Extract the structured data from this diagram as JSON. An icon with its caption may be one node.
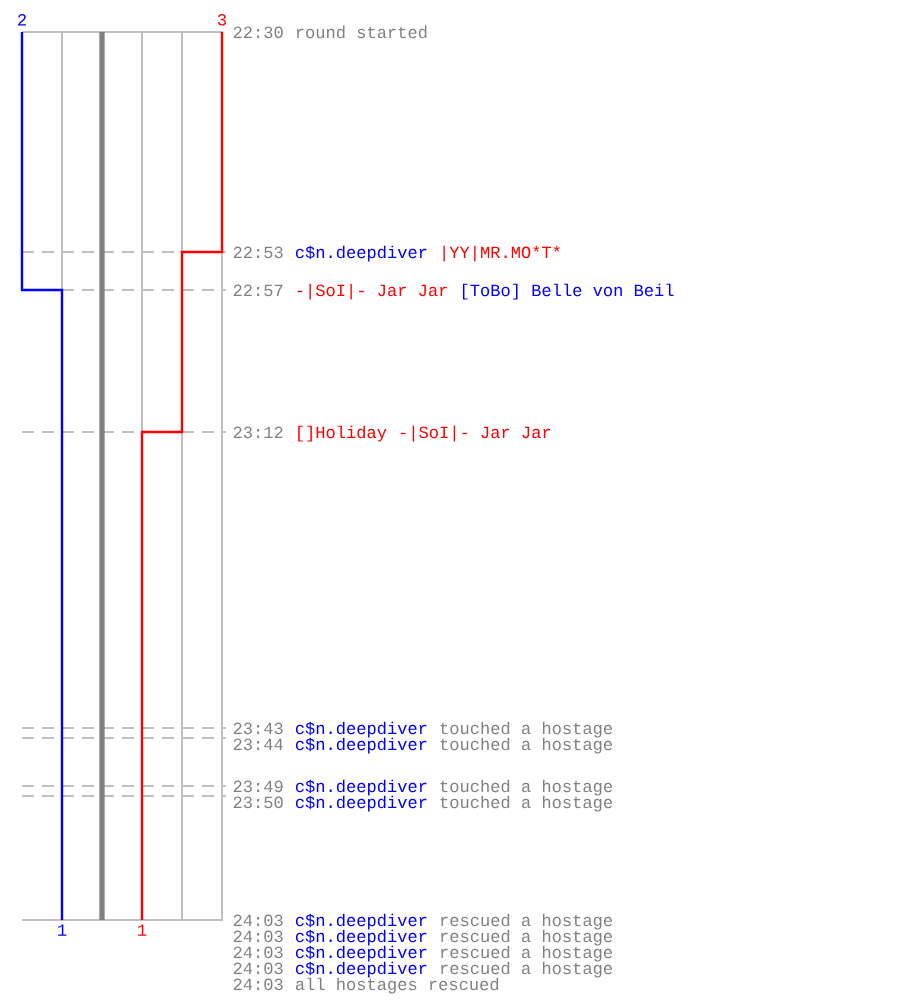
{
  "diagram": {
    "labels": [
      "2",
      "3",
      "22:30",
      "round started",
      "22:53",
      "c$n.deepdiver",
      "|YY|MR.MO*T*",
      "22:57",
      "-|SoI|- Jar Jar",
      "[ToBo] Belle von Beil",
      "23:12",
      "[]Holiday",
      "-|SoI|- Jar Jar",
      "23:43",
      "c$n.deepdiver",
      "touched a hostage",
      "23:44",
      "c$n.deepdiver",
      "touched a hostage",
      "23:49",
      "c$n.deepdiver",
      "touched a hostage",
      "23:50",
      "c$n.deepdiver",
      "touched a hostage",
      "24:03",
      "c$n.deepdiver",
      "rescued a hostage",
      "1",
      "1",
      "24:03",
      "c$n.deepdiver",
      "rescued a hostage",
      "24:03",
      "c$n.deepdiver",
      "rescued a hostage",
      "24:03",
      "c$n.deepdiver",
      "rescued a hostage",
      "24:03",
      "all hostages rescued"
    ]
  }
}
